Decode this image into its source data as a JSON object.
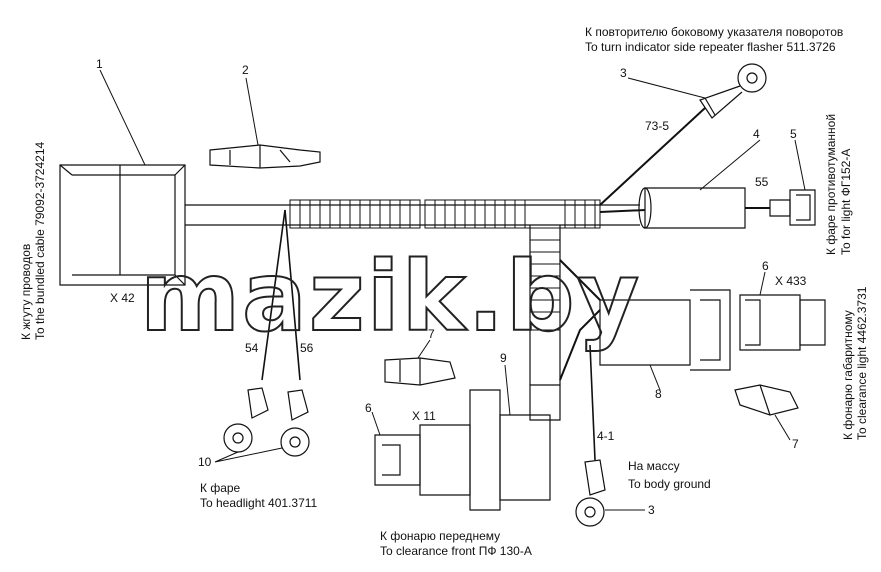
{
  "labels": {
    "top_ru": "К повторителю боковому указателя поворотов",
    "top_en": "To turn indicator side repeater flasher 511.3726",
    "left_ru": "К жгуту проводов",
    "left_en": "To the bundled cable 79092-3724214",
    "headlight_ru": "К фаре",
    "headlight_en": "To headlight 401.3711",
    "clearance_front_ru": "К фонарю переднему",
    "clearance_front_en": "To clearance front ПФ 130-А",
    "ground_ru": "На массу",
    "ground_en": "To body ground",
    "fog_ru": "К фаре противотуманной",
    "fog_en": "To for light ФГ152-А",
    "side_ru": "К фонарю габаритному",
    "side_en": "To clearance light 4462.3731"
  },
  "callouts": {
    "n1": "1",
    "n2": "2",
    "n3a": "3",
    "n3b": "3",
    "n4": "4",
    "n5": "5",
    "n6a": "6",
    "n6b": "6",
    "n7a": "7",
    "n7b": "7",
    "n8": "8",
    "n9": "9",
    "n10": "10"
  },
  "wires": {
    "w73": "73-5",
    "w55": "55",
    "w54": "54",
    "w56": "56",
    "w41": "4-1"
  },
  "connectors": {
    "x42": "X 42",
    "x11": "X 11",
    "x433": "X 433"
  },
  "watermark": "mazik.by"
}
